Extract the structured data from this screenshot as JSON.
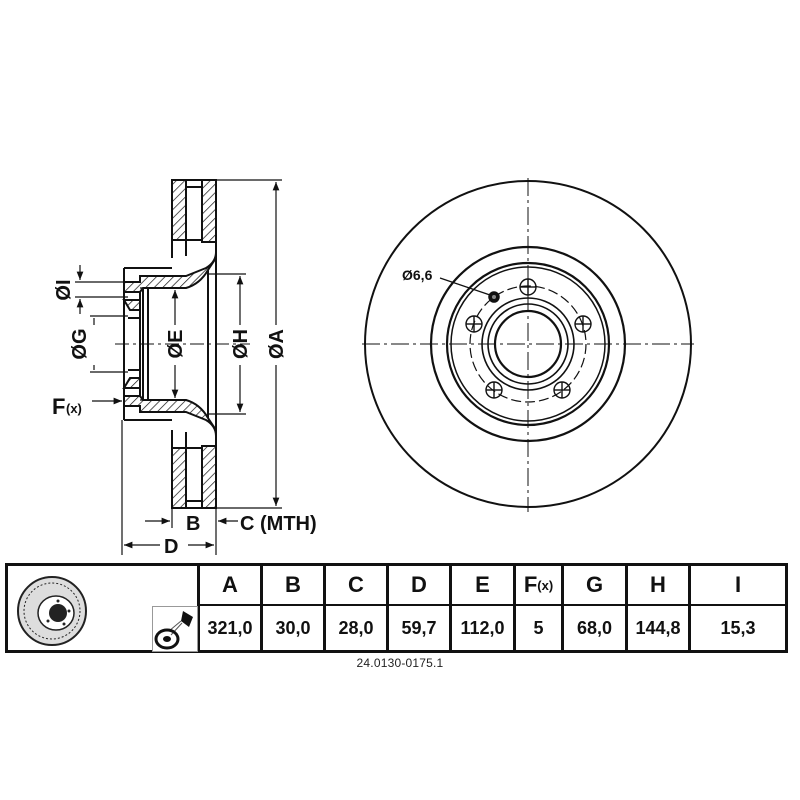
{
  "diagram": {
    "section_view": {
      "labels": {
        "dia_i": "ØI",
        "dia_g": "ØG",
        "dia_e": "ØE",
        "dia_h": "ØH",
        "dia_a": "ØA",
        "f_x": "F",
        "f_x_suffix": "(x)",
        "b": "B",
        "c_mth": "C (MTH)",
        "d": "D"
      }
    },
    "front_view": {
      "hole_callout": "Ø6,6",
      "bolt_holes": 5
    }
  },
  "spec_table": {
    "columns": [
      {
        "header": "A",
        "value": "321,0"
      },
      {
        "header": "B",
        "value": "30,0"
      },
      {
        "header": "C",
        "value": "28,0"
      },
      {
        "header": "D",
        "value": "59,7"
      },
      {
        "header": "E",
        "value": "112,0"
      },
      {
        "header": "F",
        "header_suffix": "(x)",
        "value": "5"
      },
      {
        "header": "G",
        "value": "68,0"
      },
      {
        "header": "H",
        "value": "144,8"
      },
      {
        "header": "I",
        "value": "15,3"
      }
    ],
    "icons": [
      "brake-disc-thumbnail-icon",
      "cleaning-spray-icon"
    ]
  },
  "part_number": "24.0130-0175.1"
}
